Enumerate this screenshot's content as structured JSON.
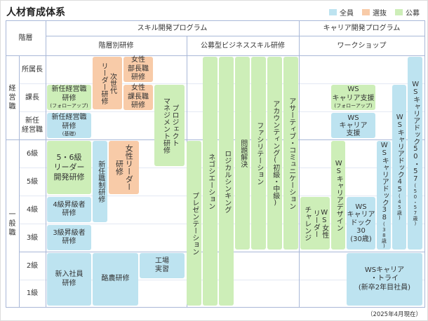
{
  "title": "人材育成体系",
  "legend": [
    {
      "label": "全員",
      "color": "#bde3f0"
    },
    {
      "label": "選抜",
      "color": "#f8cba8"
    },
    {
      "label": "公募",
      "color": "#cdeeb8"
    }
  ],
  "headers": {
    "level": "階層",
    "skill": "スキル開発プログラム",
    "career": "キャリア開発プログラム",
    "tiered": "階層別研修",
    "open": "公募型ビジネススキル研修",
    "workshop": "ワークショップ"
  },
  "groups": {
    "management": "経\n営\n職",
    "general": "一\n般\n職"
  },
  "rows": [
    "所属長",
    "課長",
    "新任\n経営職",
    "6級",
    "5級",
    "4級",
    "3級",
    "2級",
    "1級"
  ],
  "blocks": [
    {
      "label": "次世代\nリーダー研修",
      "type": "選抜"
    },
    {
      "label": "女性\n部長職\n研修",
      "type": "選抜"
    },
    {
      "label": "女性\n課長職\n研修",
      "type": "選抜"
    },
    {
      "label": "新任経営職\n研修",
      "note": "(フォローアップ)",
      "type": "公募"
    },
    {
      "label": "新任経営職\n研修",
      "note": "(基礎)",
      "type": "全員"
    },
    {
      "label": "プロジェクト\nマネジメント研修",
      "type": "公募"
    },
    {
      "label": "5・6級\nリーダー\n開発研修",
      "type": "公募"
    },
    {
      "label": "新任職制研修",
      "type": "全員"
    },
    {
      "label": "女性リーダー\n研修",
      "type": "選抜"
    },
    {
      "label": "4級昇級者\n研修",
      "type": "全員"
    },
    {
      "label": "3級昇級者\n研修",
      "type": "全員"
    },
    {
      "label": "新入社員\n研修",
      "type": "全員"
    },
    {
      "label": "酪農研修",
      "type": "全員"
    },
    {
      "label": "工場\n実習",
      "type": "全員"
    },
    {
      "label": "プレゼンテーション",
      "type": "公募"
    },
    {
      "label": "ネゴシエーション",
      "type": "公募"
    },
    {
      "label": "ロジカルシンキング",
      "type": "公募"
    },
    {
      "label": "問題解決",
      "type": "公募"
    },
    {
      "label": "ファシリテーション",
      "type": "公募"
    },
    {
      "label": "アカウンティング(初級・中級)",
      "type": "公募"
    },
    {
      "label": "アサーティブ・コミュニケーション",
      "type": "公募"
    },
    {
      "label": "WS女性\nリーダー\nチャレンジ",
      "type": "公募"
    },
    {
      "label": "WSキャリアデザイン",
      "type": "公募"
    },
    {
      "label": "WS\nキャリア\nドック\n30\n(30歳)",
      "type": "全員"
    },
    {
      "label": "WSキャリアドック38",
      "note": "(38歳)",
      "type": "全員"
    },
    {
      "label": "WSキャリアドック45",
      "note": "(45歳)",
      "type": "全員"
    },
    {
      "label": "WSキャリアドック50・57",
      "note": "(50・57歳)",
      "type": "全員"
    },
    {
      "label": "WS\nキャリア支援",
      "note": "(フォローアップ)",
      "type": "公募"
    },
    {
      "label": "WS\nキャリア\n支援",
      "type": "全員"
    },
    {
      "label": "WSキャリア\n・トライ\n(新卒2年目社員)",
      "type": "全員"
    }
  ],
  "footer": "（2025年4月現在）"
}
